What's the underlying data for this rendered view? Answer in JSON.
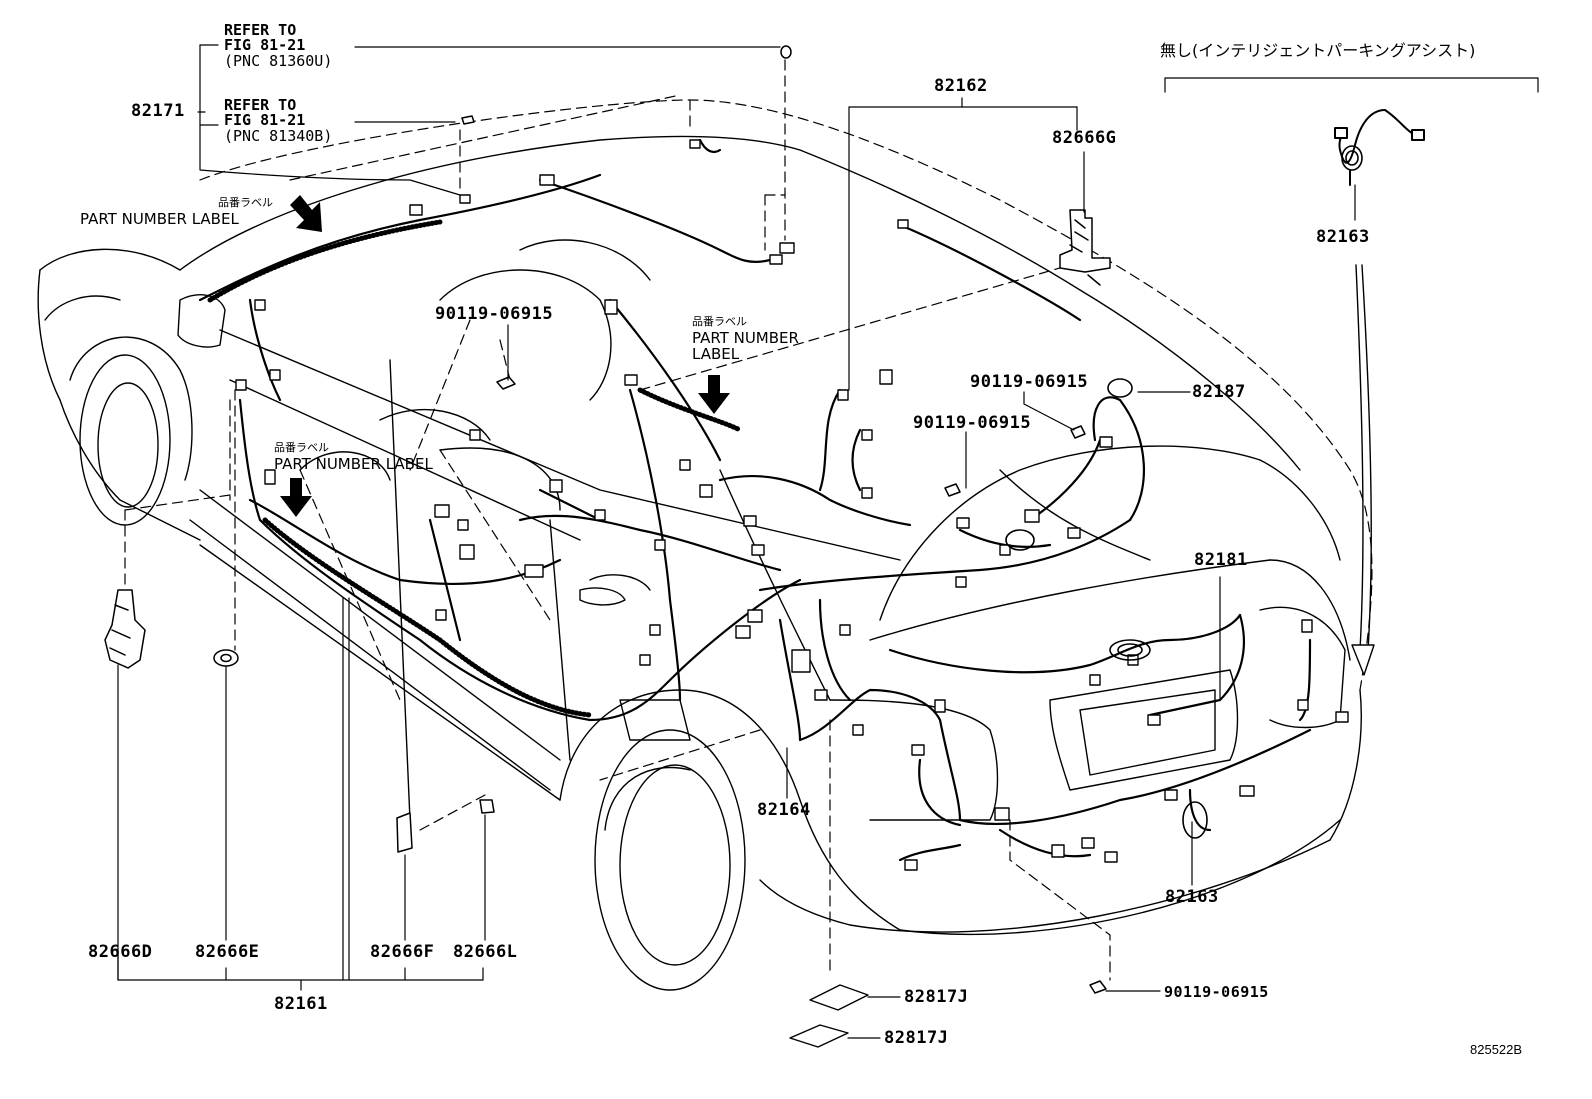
{
  "diagram": {
    "figure_code": "825522B",
    "note_jp": "無し(インテリジェントパーキングアシスト)",
    "refs": [
      {
        "line1": "REFER TO",
        "line2": "FIG 81-21",
        "line3": "(PNC 81360U)"
      },
      {
        "line1": "REFER TO",
        "line2": "FIG 81-21",
        "line3": "(PNC 81340B)"
      }
    ],
    "part_labels": [
      {
        "jp": "品番ラベル",
        "en": "PART NUMBER LABEL"
      },
      {
        "jp": "品番ラベル",
        "en": "PART NUMBER\nLABEL"
      },
      {
        "jp": "品番ラベル",
        "en": "PART NUMBER LABEL"
      }
    ],
    "callouts": {
      "p82171": "82171",
      "p82162": "82162",
      "p82666G": "82666G",
      "p82163_top": "82163",
      "p90119_a": "90119-06915",
      "p90119_b": "90119-06915",
      "p90119_c": "90119-06915",
      "p90119_d": "90119-06915",
      "p82187": "82187",
      "p82181": "82181",
      "p82164": "82164",
      "p82163_bottom": "82163",
      "p82666D": "82666D",
      "p82666E": "82666E",
      "p82666F": "82666F",
      "p82666L": "82666L",
      "p82161": "82161",
      "p82817J_a": "82817J",
      "p82817J_b": "82817J"
    }
  }
}
